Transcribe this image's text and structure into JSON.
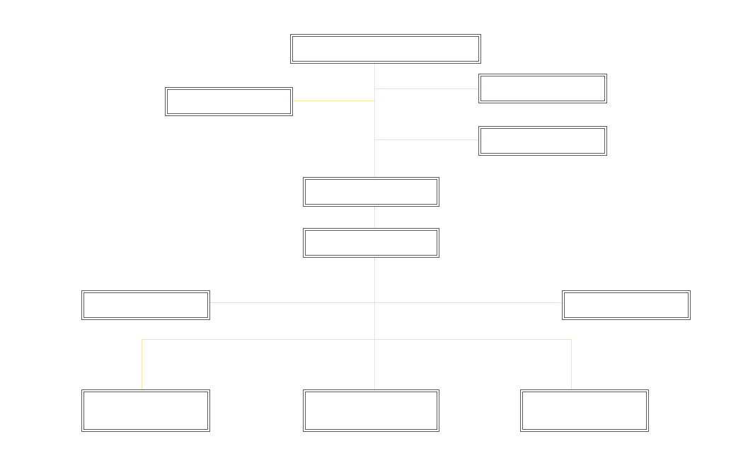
{
  "colors": {
    "connector": "#fbe3a6",
    "node_border": "#5a5a5a",
    "background": "#ffffff"
  },
  "nodes": [
    {
      "id": "root",
      "label": ""
    },
    {
      "id": "left-branch",
      "label": ""
    },
    {
      "id": "right-branch-1",
      "label": ""
    },
    {
      "id": "right-branch-2",
      "label": ""
    },
    {
      "id": "middle-1",
      "label": ""
    },
    {
      "id": "middle-2",
      "label": ""
    },
    {
      "id": "side-left",
      "label": ""
    },
    {
      "id": "side-right",
      "label": ""
    },
    {
      "id": "bottom-left",
      "label": ""
    },
    {
      "id": "bottom-center",
      "label": ""
    },
    {
      "id": "bottom-right",
      "label": ""
    }
  ]
}
